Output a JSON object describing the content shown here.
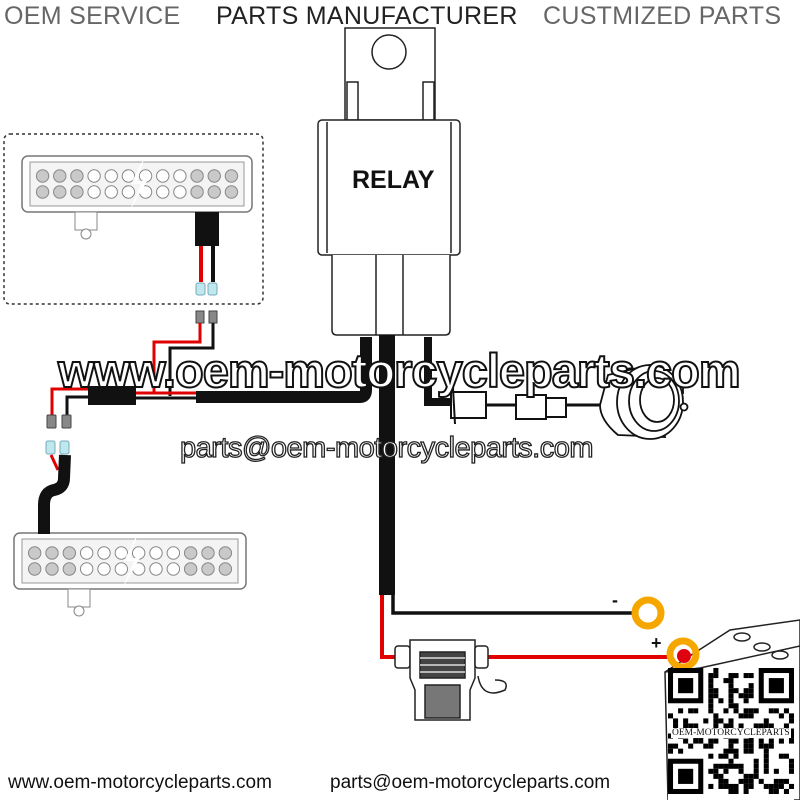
{
  "header": {
    "left": "OEM SERVICE",
    "center": "PARTS MANUFACTURER",
    "right": "CUSTMIZED PARTS"
  },
  "diagram": {
    "title": "Light bar wiring harness diagram",
    "relay_label": "RELAY",
    "components": [
      "relay",
      "led-light-bar-top",
      "led-light-bar-bottom",
      "rocker-switch",
      "inline-fuse-holder",
      "battery"
    ],
    "battery_negative_sign": "-",
    "battery_positive_sign": "+",
    "wire_colors": {
      "positive": "#e00000",
      "negative": "#111111",
      "ring_terminal": "#f5a700",
      "terminal_clip": "#bfe8ee"
    }
  },
  "watermark": {
    "website": "www.oem-motorcycleparts.com",
    "email": "parts@oem-motorcycleparts.com"
  },
  "footer": {
    "website": "www.oem-motorcycleparts.com",
    "email": "parts@oem-motorcycleparts.com"
  },
  "qr": {
    "caption": "OEM-MOTORCYCLEPARTS"
  }
}
